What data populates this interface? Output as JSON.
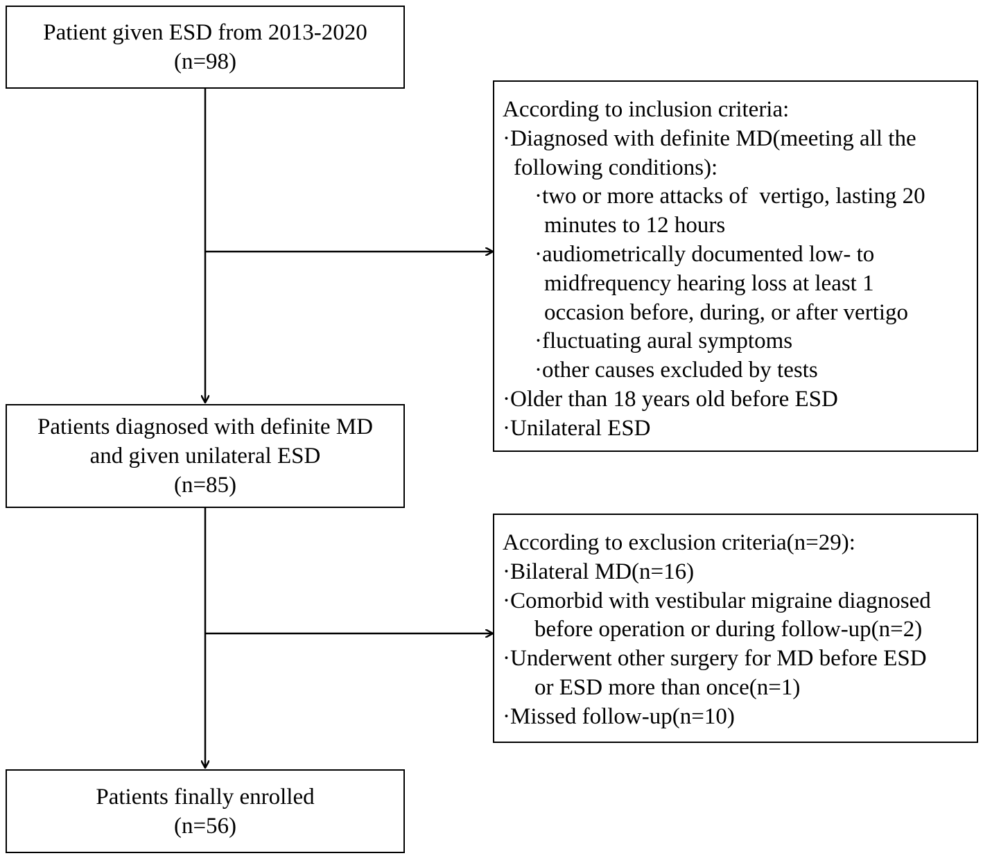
{
  "boxes": {
    "start": {
      "line1": "Patient given ESD from 2013-2020",
      "line2": "(n=98)"
    },
    "middle": {
      "line1": "Patients diagnosed with definite MD",
      "line2": "and given unilateral ESD",
      "line3": "(n=85)"
    },
    "final": {
      "line1": "Patients finally enrolled",
      "line2": "(n=56)"
    }
  },
  "inclusion": {
    "header": "According to inclusion criteria:",
    "lines": [
      "·Diagnosed with definite MD(meeting all the",
      "following conditions):",
      "·two or more attacks of  vertigo, lasting 20",
      "minutes to 12 hours",
      "·audiometrically documented low- to",
      "midfrequency hearing loss at least 1",
      "occasion before, during, or after vertigo",
      "·fluctuating aural symptoms",
      "·other causes excluded by tests",
      "·Older than 18 years old before ESD",
      "·Unilateral ESD"
    ]
  },
  "exclusion": {
    "header": "According to exclusion criteria(n=29):",
    "lines": [
      "·Bilateral MD(n=16)",
      "·Comorbid with vestibular migraine diagnosed",
      "before operation or during follow-up(n=2)",
      "·Underwent other surgery for MD before ESD",
      "or ESD more than once(n=1)",
      "·Missed follow-up(n=10)"
    ]
  },
  "colors": {
    "stroke": "#000000",
    "background": "#ffffff"
  }
}
